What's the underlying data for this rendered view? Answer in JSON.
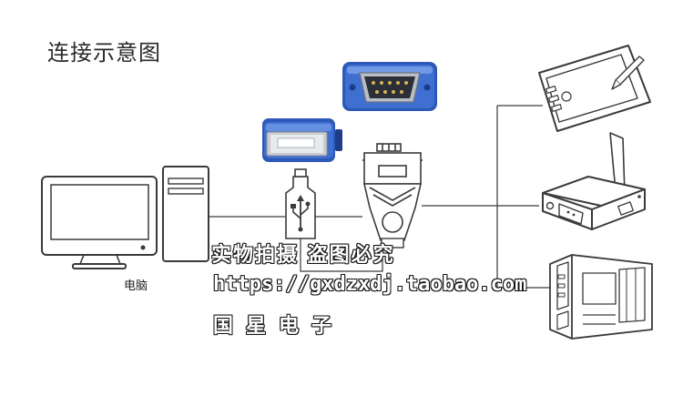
{
  "title": "连接示意图",
  "computer_label": "电脑",
  "watermark": {
    "line1": "实物拍摄 盗图必究",
    "line2": "https://gxdzxdj.taobao.com",
    "line3": "国星电子"
  },
  "colors": {
    "line": "#3a3a3a",
    "connector_blue": "#2e58b8",
    "connector_blue_dark": "#1d3c8a",
    "metal": "#c8ccd2"
  }
}
